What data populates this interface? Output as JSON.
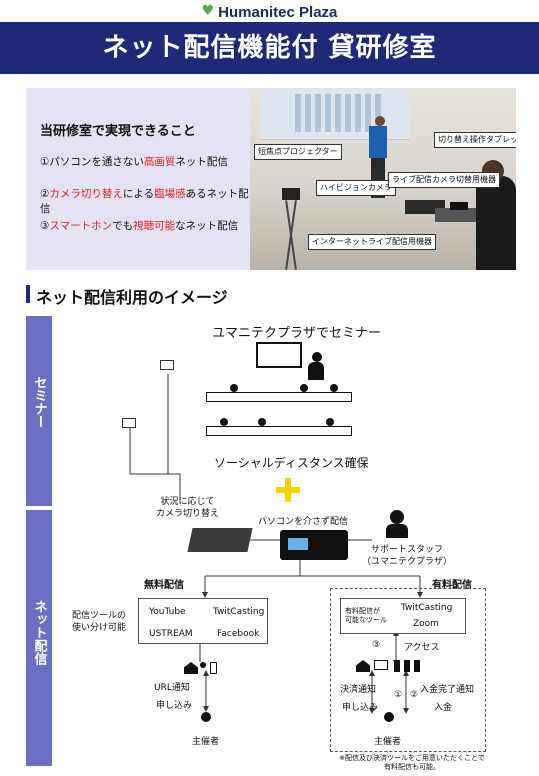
{
  "header": {
    "logo_text": "Humanitec Plaza",
    "title": "ネット配信機能付 貸研修室"
  },
  "intro": {
    "title": "当研修室で実現できること",
    "items": [
      {
        "pre": "①パソコンを通さない",
        "hl": "高画質",
        "post": "ネット配信"
      },
      {
        "pre": "②",
        "hl": "カメラ切り替え",
        "post": "による",
        "hl2": "臨場感",
        "post2": "あるネット配信"
      },
      {
        "pre": "③",
        "hl": "スマートホン",
        "post": "でも",
        "hl2": "視聴可能",
        "post2": "なネット配信"
      }
    ]
  },
  "photo": {
    "callouts": [
      "短焦点プロジェクター",
      "ハイビジョンカメラ",
      "ライブ配信カメラ切替用機器",
      "切り替え操作タブレット",
      "インターネットライブ配信用機器"
    ]
  },
  "section_title": "ネット配信利用のイメージ",
  "seminar": {
    "side_label": "セミナー",
    "heading": "ユマニテクプラザでセミナー",
    "distance": "ソーシャルディスタンス確保",
    "switch_note": [
      "状況に応じて",
      "カメラ切り替え"
    ],
    "no_pc": "パソコンを介さず配信",
    "support": [
      "サポートスタッフ",
      "（ユマニテクプラザ）"
    ]
  },
  "net": {
    "side_label": "ネット配信",
    "free_title": "無料配信",
    "paid_title": "有料配信",
    "tool_note": [
      "配信ツールの",
      "使い分け可能"
    ],
    "free_tools": [
      "YouTube",
      "TwitCasting",
      "USTREAM",
      "Facebook"
    ],
    "paid_note": [
      "有料配信が",
      "可能なツール"
    ],
    "paid_tools": [
      "TwitCasting",
      "Zoom"
    ],
    "free_flow": [
      "URL通知",
      "申し込み"
    ],
    "organizer": "主催者",
    "access": "アクセス",
    "paid_flow_left": [
      "決済通知",
      "申し込み"
    ],
    "paid_flow_right": [
      "入金完了通知",
      "入金"
    ],
    "num1": "①",
    "num2": "②",
    "num3": "③",
    "footnote": [
      "※配信及び決済ツールをご用意いただくことで",
      "有料配信も可能。"
    ]
  }
}
